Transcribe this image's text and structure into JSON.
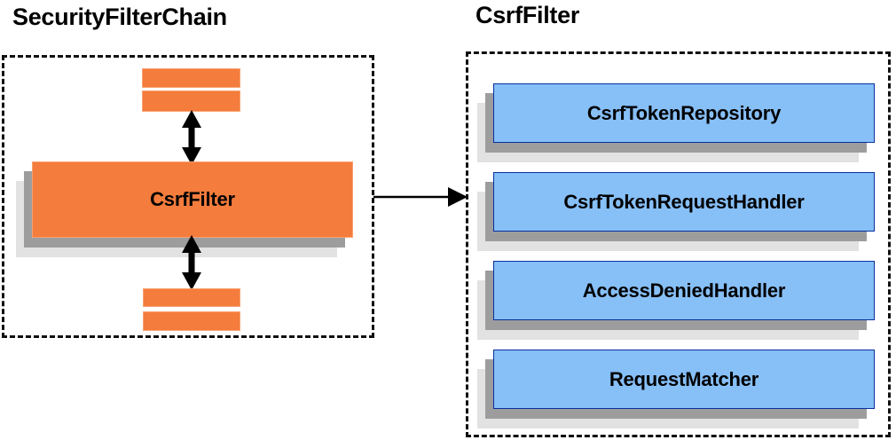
{
  "diagram": {
    "type": "architecture-diagram",
    "background_color": "#ffffff",
    "colors": {
      "orange_fill": "#f47c3c",
      "orange_border": "#f9a273",
      "blue_fill": "#87bff7",
      "blue_border": "#0a2f9e",
      "shadow_mid": "#9d9d9d",
      "shadow_back": "#e2e2e2",
      "outline": "#101010",
      "text": "#000000"
    },
    "panels": [
      {
        "id": "security-filter-chain",
        "title": "SecurityFilterChain",
        "border_style": "dashed",
        "top_filter_bars": 2,
        "bottom_filter_bars": 2,
        "highlighted_component": "CsrfFilter"
      },
      {
        "id": "csrf-filter",
        "title": "CsrfFilter",
        "border_style": "dashed",
        "components": [
          "CsrfTokenRepository",
          "CsrfTokenRequestHandler",
          "AccessDeniedHandler",
          "RequestMatcher"
        ]
      }
    ],
    "connectors": [
      {
        "id": "chain-to-filter",
        "from": "security-filter-chain",
        "to": "csrf-filter",
        "style": "single-arrow-right"
      },
      {
        "id": "above-csrffilter",
        "style": "double-arrow-vertical"
      },
      {
        "id": "below-csrffilter",
        "style": "double-arrow-vertical"
      }
    ]
  }
}
